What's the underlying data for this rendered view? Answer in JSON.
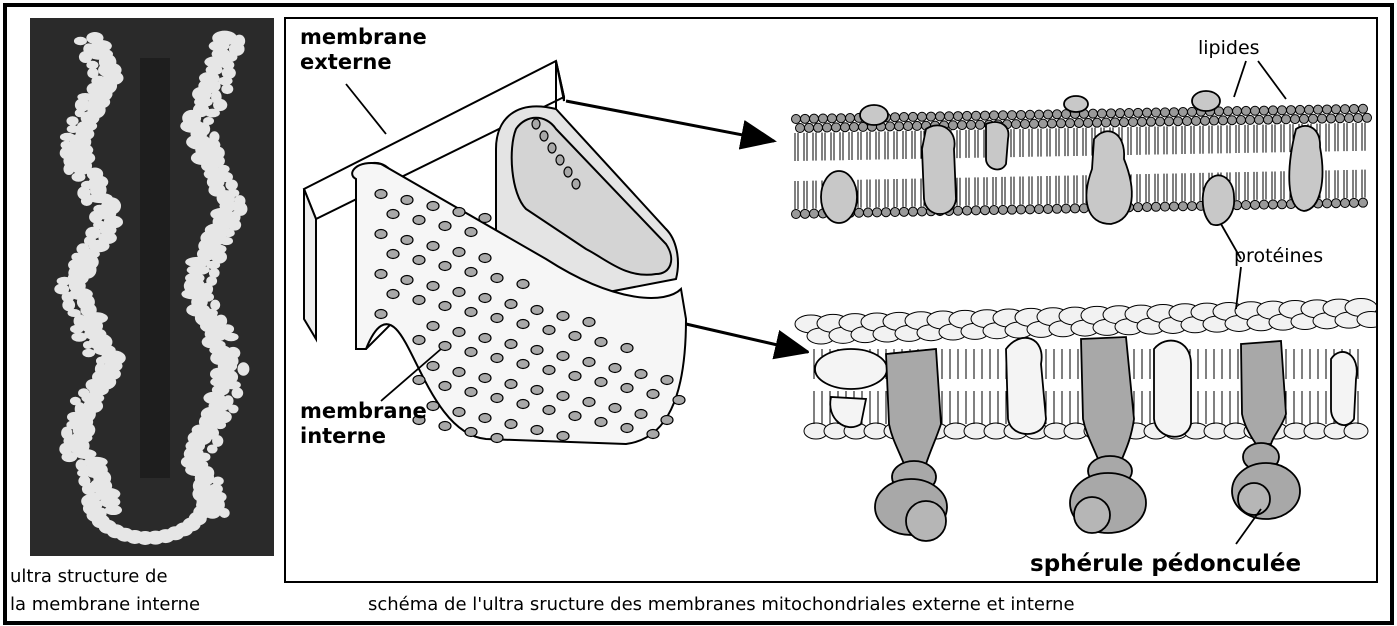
{
  "micrograph": {
    "caption_line1": "ultra structure de",
    "caption_line2": "la membrane interne"
  },
  "schema": {
    "label_outer": "membrane externe",
    "label_outer_line1": "membrane",
    "label_outer_line2": "externe",
    "label_inner_line1": "membrane",
    "label_inner_line2": "interne",
    "label_lipids": "lipides",
    "label_proteins": "protéines",
    "label_spherule": "sphérule pédonculée",
    "caption": "schéma de l'ultra sructure des membranes mitochondriales externe et interne"
  },
  "colors": {
    "ink": "#000000",
    "protein_gray": "#a8a8a8",
    "membrane_fill": "#dcdcdc",
    "micrograph_bg": "#2a2a2a",
    "micrograph_particles": "#e6e6e6"
  }
}
